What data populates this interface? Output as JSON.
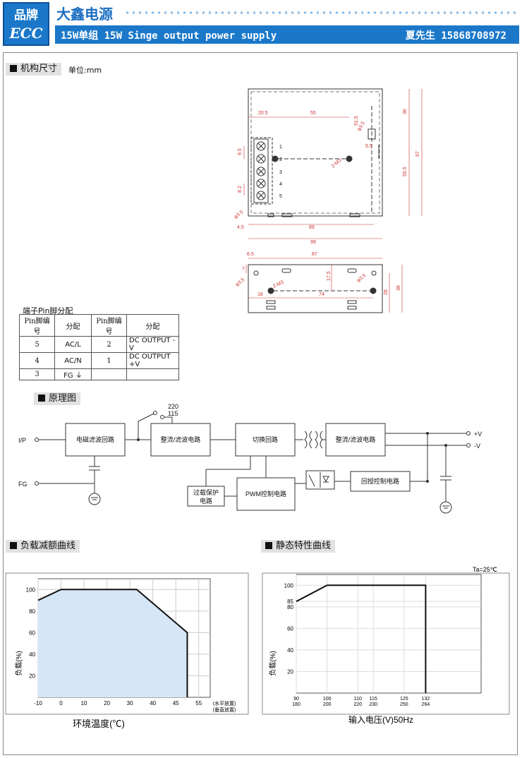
{
  "header": {
    "logo_top": "品牌",
    "logo_bottom": "ECC",
    "brand": "大鑫电源",
    "title": "15W单组 15W Singe output power supply",
    "contact": "夏先生 15868708972"
  },
  "mechanical": {
    "heading": "机构尺寸",
    "unit": "单位:mm",
    "dims_top": [
      "20.5",
      "55",
      "51.5",
      "36",
      "9.5",
      "8.2",
      "5.5",
      "55.5",
      "97",
      "4.5",
      "89",
      "99"
    ],
    "pins": [
      "1",
      "2",
      "3",
      "4",
      "5"
    ],
    "labels_top": [
      "2-M3",
      "φ3.5",
      "φ3.5"
    ],
    "dims_bottom": [
      "6.5",
      "87",
      "7",
      "17.5",
      "18",
      "74",
      "28",
      "36"
    ],
    "labels_bottom": [
      "φ3.5",
      "2-M3",
      "φ3.5"
    ]
  },
  "pin_table": {
    "caption": "端子Pin脚分配",
    "headers": [
      "Pin脚编号",
      "分配",
      "Pin脚编号",
      "分配"
    ],
    "rows": [
      [
        "5",
        "AC/L",
        "2",
        "DC OUTPUT -V"
      ],
      [
        "4",
        "AC/N",
        "1",
        "DC OUTPUT +V"
      ],
      [
        "3",
        "FG ⏚",
        "",
        ""
      ]
    ]
  },
  "schematic": {
    "heading": "原理图",
    "ip": "I/P",
    "fg": "FG",
    "v220": "220",
    "v115": "115",
    "blocks": {
      "emi": "电磁滤波回路",
      "rect1": "整流/滤波电路",
      "switch": "切换回路",
      "rect2": "整流/滤波电路",
      "feedback": "回授控制电路",
      "pwm": "PWM控制电路",
      "ovp1": "过载保护",
      "ovp2": "电路"
    },
    "out_pos": "+V",
    "out_neg": "-V"
  },
  "derating": {
    "heading": "负载减额曲线",
    "chart_data": {
      "type": "area",
      "x": [
        -10,
        0,
        33,
        55,
        55
      ],
      "y": [
        90,
        100,
        100,
        60,
        0
      ],
      "xlim": [
        -10,
        65
      ],
      "ylim": [
        0,
        110
      ],
      "xticks": [
        "-10",
        "0",
        "10",
        "20",
        "30",
        "40",
        "45",
        "55"
      ],
      "yticks": [
        "20",
        "40",
        "60",
        "80",
        "100"
      ],
      "xlabel": "环境温度(℃)",
      "ylabel": "负载(%)",
      "note1": "(水平放置)",
      "note2": "(垂直放置)",
      "fill_color": "#d6e6f6"
    }
  },
  "static": {
    "heading": "静态特性曲线",
    "chart_data": {
      "type": "line",
      "x": [
        90,
        100,
        132,
        132
      ],
      "y": [
        85,
        100,
        100,
        0
      ],
      "xticks_top": [
        "90",
        "100",
        "110",
        "115",
        "125",
        "132"
      ],
      "xticks_bottom": [
        "180",
        "200",
        "220",
        "230",
        "250",
        "264"
      ],
      "yticks": [
        "20",
        "40",
        "60",
        "80",
        "85",
        "100"
      ],
      "xlabel": "输入电压(V)50Hz",
      "ylabel": "负载(%)",
      "note": "Ta=25℃"
    }
  }
}
